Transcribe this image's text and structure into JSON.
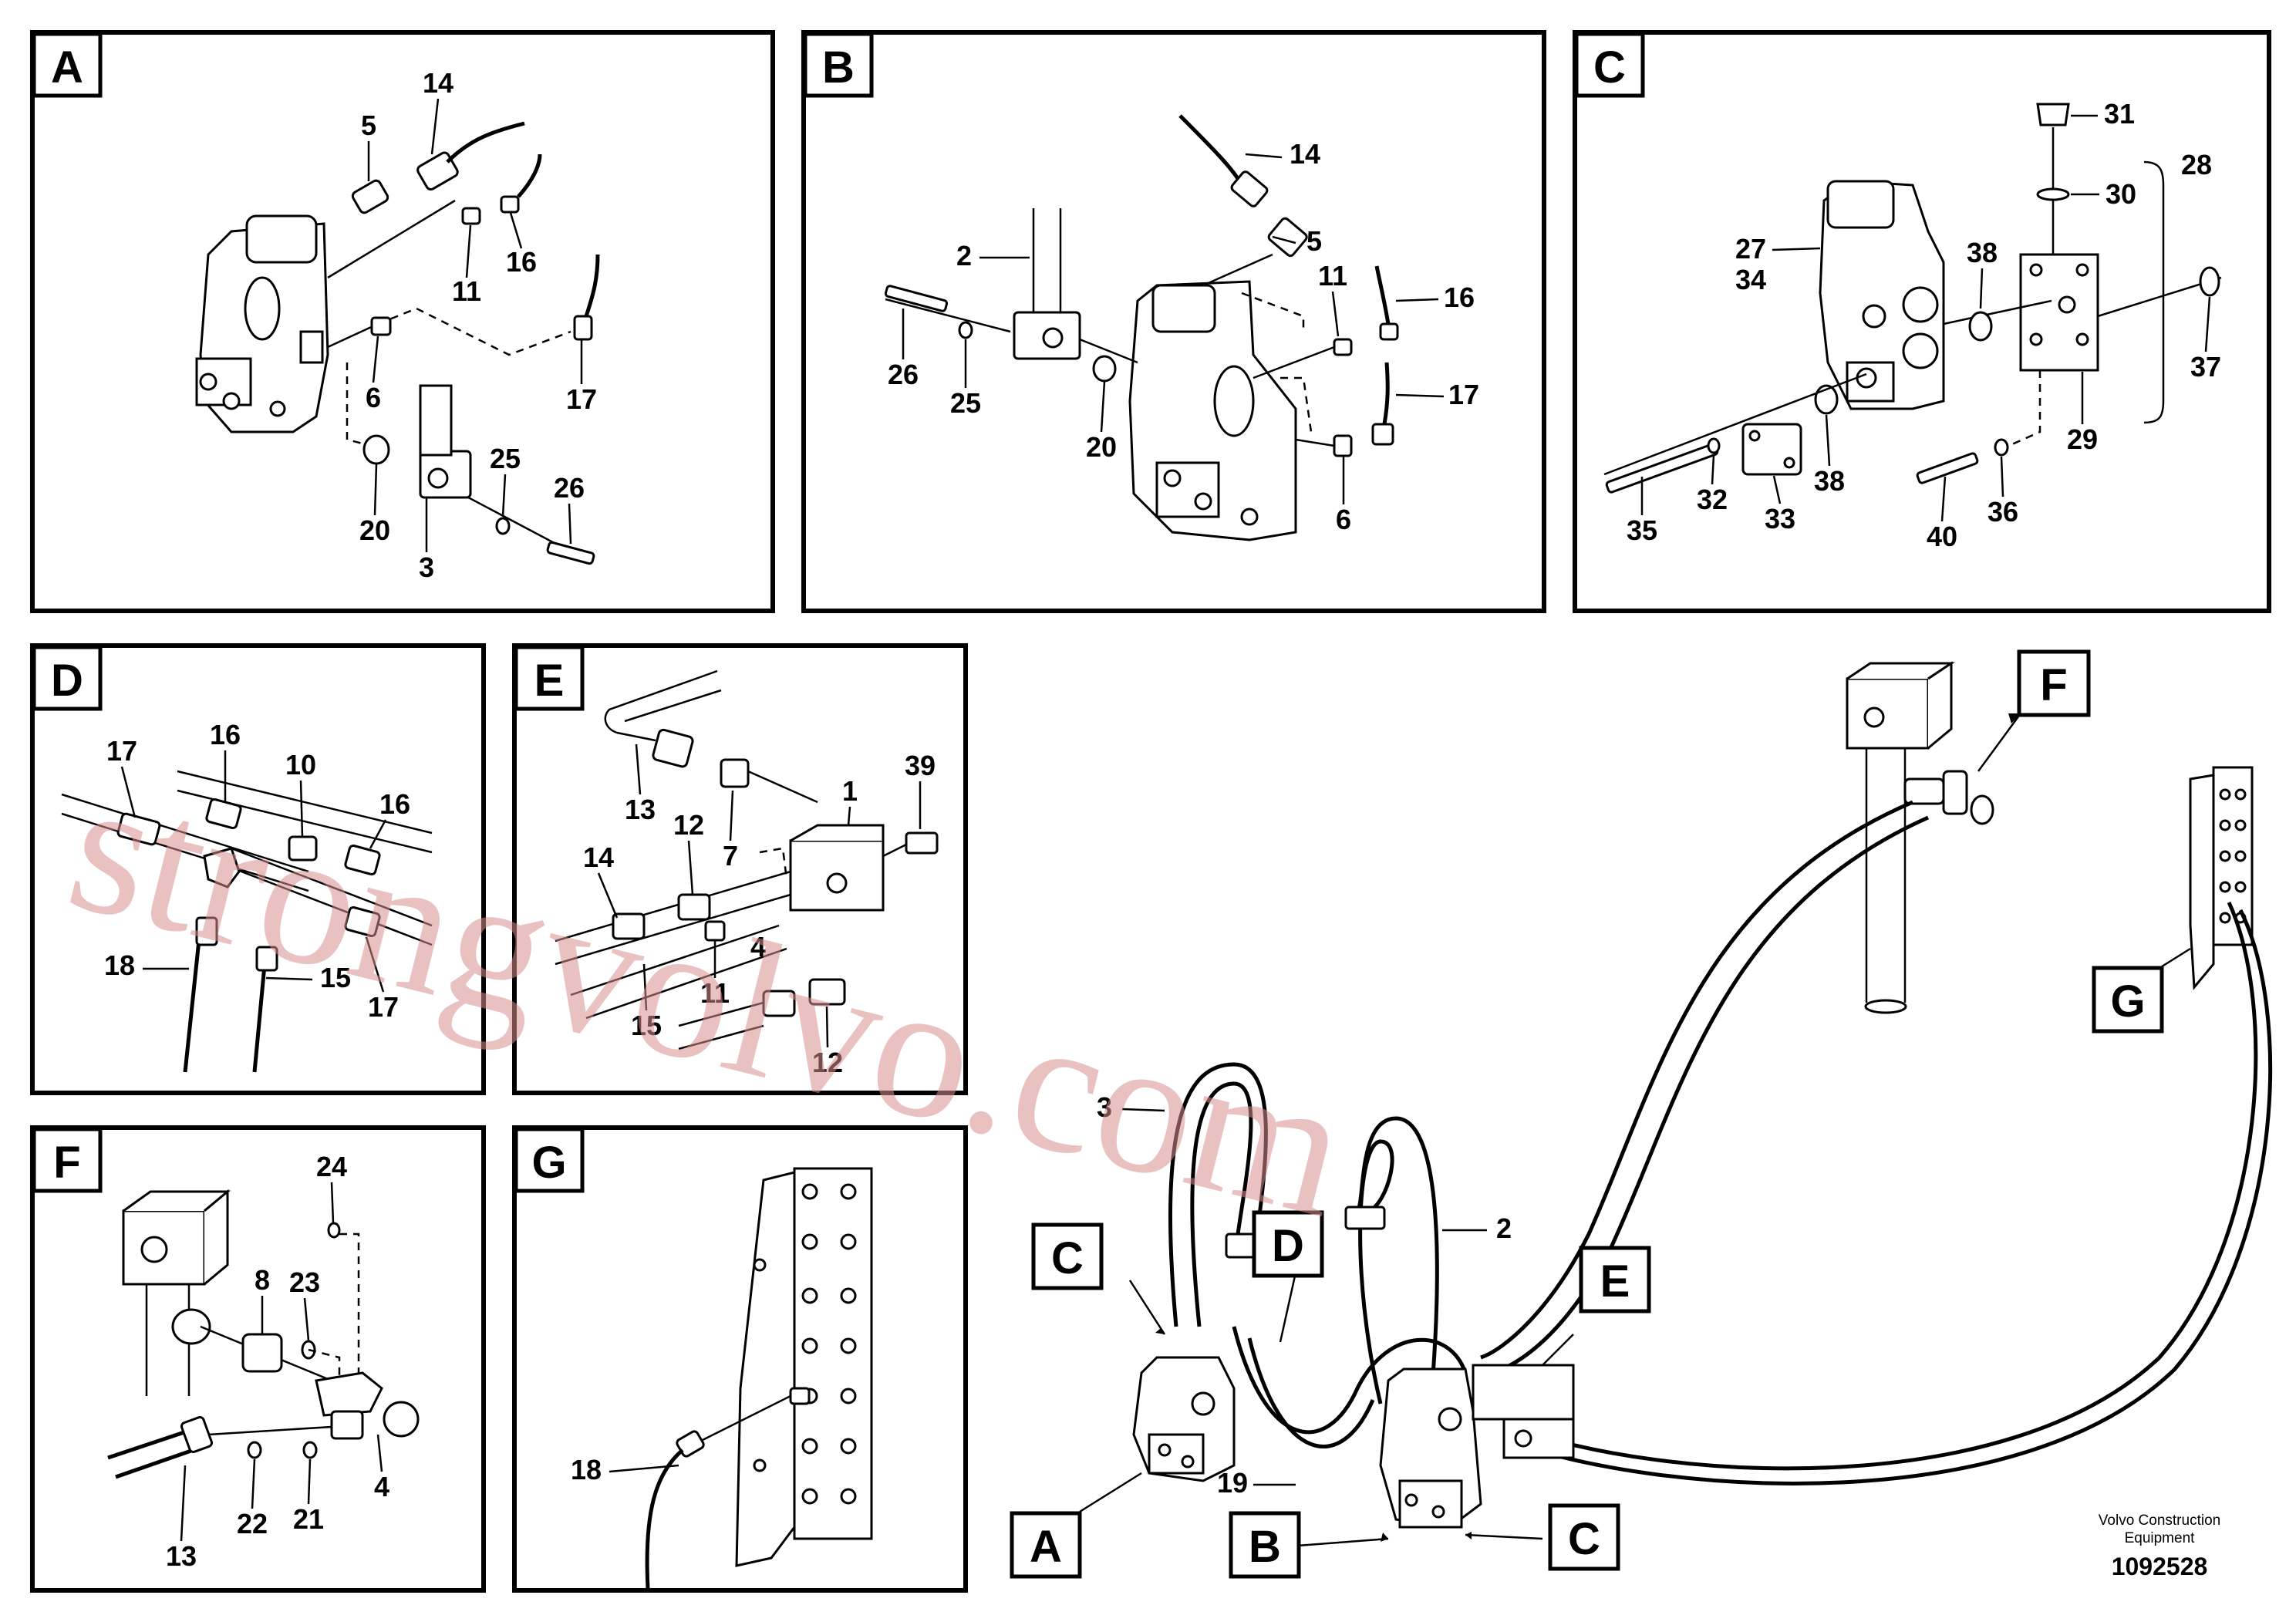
{
  "panels": [
    {
      "id": "A",
      "labels": [
        "14",
        "5",
        "11",
        "16",
        "6",
        "17",
        "25",
        "26",
        "20",
        "3"
      ]
    },
    {
      "id": "B",
      "labels": [
        "14",
        "2",
        "5",
        "11",
        "16",
        "26",
        "25",
        "20",
        "17",
        "6"
      ]
    },
    {
      "id": "C",
      "labels": [
        "31",
        "30",
        "28",
        "27",
        "34",
        "38",
        "37",
        "29",
        "35",
        "32",
        "33",
        "38",
        "40",
        "36"
      ]
    },
    {
      "id": "D",
      "labels": [
        "17",
        "16",
        "10",
        "16",
        "18",
        "15",
        "17"
      ]
    },
    {
      "id": "E",
      "labels": [
        "39",
        "1",
        "13",
        "7",
        "12",
        "14",
        "4",
        "11",
        "15",
        "12"
      ]
    },
    {
      "id": "F",
      "labels": [
        "24",
        "8",
        "23",
        "22",
        "21",
        "13",
        "4"
      ]
    },
    {
      "id": "G",
      "labels": [
        "18"
      ]
    }
  ],
  "overview": {
    "callouts": [
      "F",
      "G",
      "C",
      "D",
      "E",
      "A",
      "B",
      "C"
    ],
    "labels": [
      "3",
      "2",
      "19"
    ]
  },
  "footer": {
    "company_line1": "Volvo Construction",
    "company_line2": "Equipment",
    "doc_number": "1092528"
  },
  "watermark": "strongvolvo.com"
}
